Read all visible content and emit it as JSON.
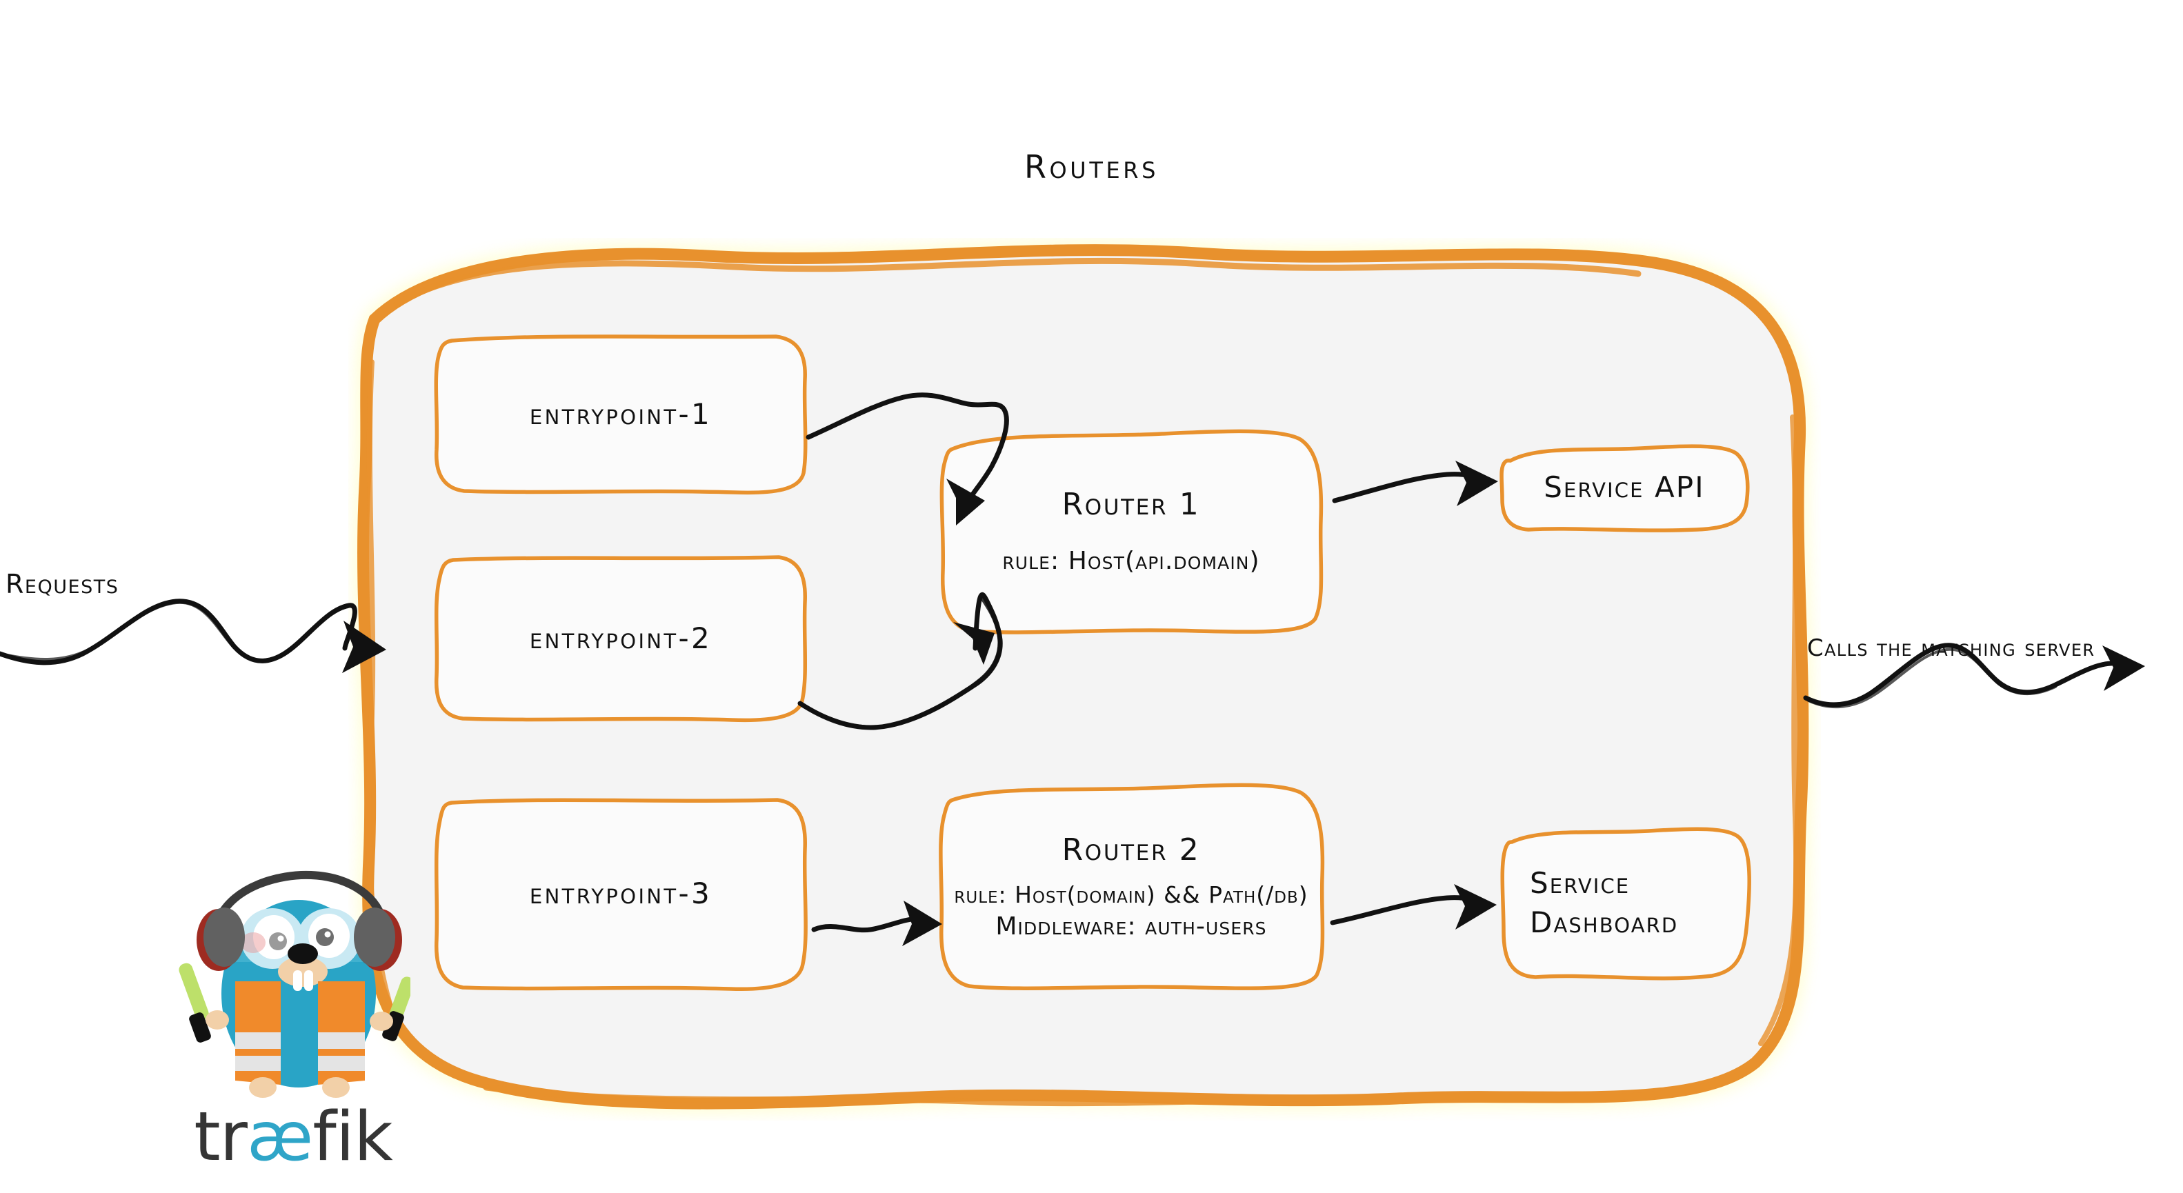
{
  "diagram": {
    "title": "Routers",
    "kind": "traefik-routers-architecture"
  },
  "colors": {
    "brand_orange": "#E8912D",
    "container_fill": "#F4F4F4",
    "box_border": "#E8912D",
    "box_fill": "#FBFBFB",
    "ink": "#111111",
    "gopher_body": "#29A4C6",
    "gopher_vest": "#F08A2B",
    "gopher_wand": "#BDE06A",
    "logo_text": "#353535",
    "logo_accent": "#2FA5C8"
  },
  "external": {
    "requests_label": "Requests",
    "calls_label": "Calls the matching server"
  },
  "entrypoints": [
    {
      "id": "entrypoint-1",
      "label": "entrypoint-1"
    },
    {
      "id": "entrypoint-2",
      "label": "entrypoint-2"
    },
    {
      "id": "entrypoint-3",
      "label": "entrypoint-3"
    }
  ],
  "routers": [
    {
      "id": "router-1",
      "title": "Router 1",
      "rule": "rule: Host(api.domain)",
      "middleware": null
    },
    {
      "id": "router-2",
      "title": "Router 2",
      "rule": "rule: Host(domain) && Path(/db)",
      "middleware": "Middleware: auth-users"
    }
  ],
  "services": [
    {
      "id": "service-api",
      "lines": [
        "Service API"
      ]
    },
    {
      "id": "service-dashboard",
      "lines": [
        "Service",
        "Dashboard"
      ]
    }
  ],
  "connections": [
    {
      "from": "entrypoint-1",
      "to": "router-1"
    },
    {
      "from": "entrypoint-2",
      "to": "router-1"
    },
    {
      "from": "entrypoint-3",
      "to": "router-2"
    },
    {
      "from": "router-1",
      "to": "service-api"
    },
    {
      "from": "router-2",
      "to": "service-dashboard"
    },
    {
      "from": "requests",
      "to": "routers-container"
    },
    {
      "from": "routers-container",
      "to": "matching-server"
    }
  ],
  "logo": {
    "wordmark_before": "tr",
    "wordmark_ligature": "æ",
    "wordmark_after": "fik",
    "mascot": "traefik-gopher"
  }
}
